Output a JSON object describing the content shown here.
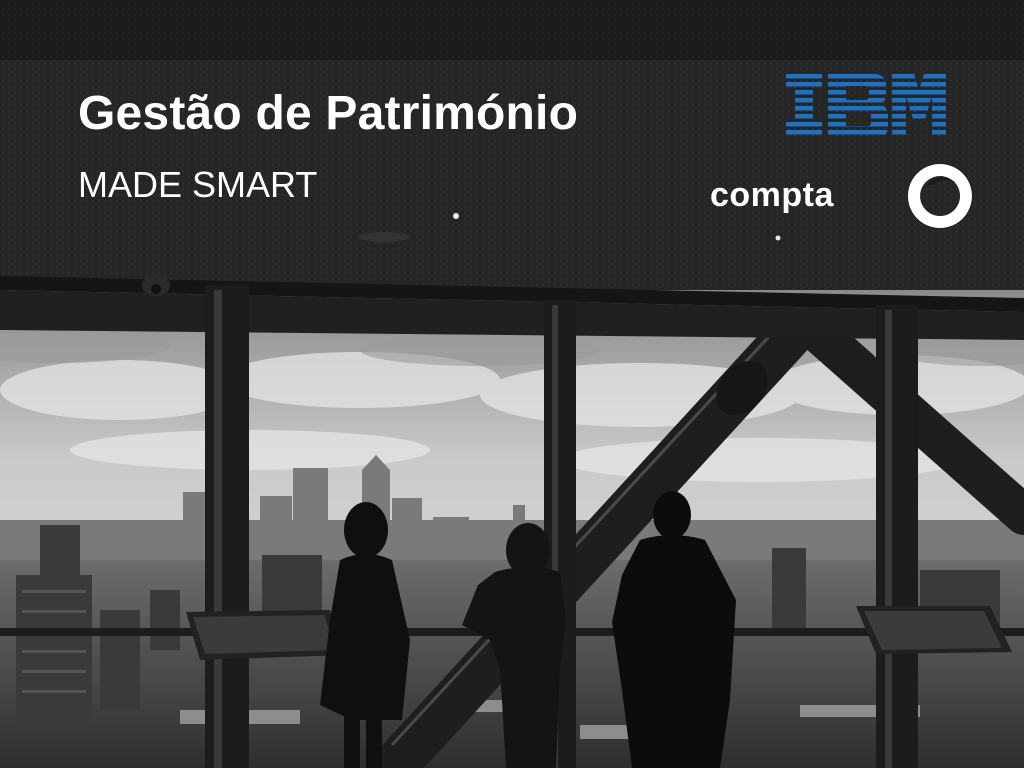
{
  "slide": {
    "title": "Gestão de Património",
    "subtitle": "MADE SMART"
  },
  "logos": {
    "ibm": "IBM",
    "compta": "compta"
  },
  "colors": {
    "ibm_blue": "#1f70c1",
    "text": "#ffffff",
    "ceiling": "#242424"
  },
  "background": "grayscale photo: three people silhouetted at a floor-to-ceiling window overlooking a city skyline"
}
